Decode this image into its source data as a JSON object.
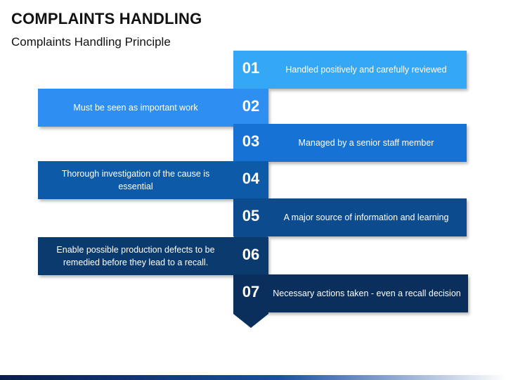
{
  "title": "COMPLAINTS HANDLING",
  "subtitle": "Complaints Handling Principle",
  "steps": [
    {
      "num": "01",
      "text": "Handled positively and carefully reviewed",
      "side": "right",
      "color": "#35a8f5"
    },
    {
      "num": "02",
      "text": "Must be seen as important work",
      "side": "left",
      "color": "#2f8ef2"
    },
    {
      "num": "03",
      "text": "Managed by a senior staff member",
      "side": "right",
      "color": "#1672d4"
    },
    {
      "num": "04",
      "text": "Thorough investigation of the cause is essential",
      "side": "left",
      "color": "#0d5ba8"
    },
    {
      "num": "05",
      "text": "A major source of information and learning",
      "side": "right",
      "color": "#0c4b8e"
    },
    {
      "num": "06",
      "text": "Enable possible production defects to be remedied before they lead to a recall.",
      "side": "left",
      "color": "#0b3a6e"
    },
    {
      "num": "07",
      "text": "Necessary actions taken - even a recall decision",
      "side": "right",
      "color": "#0a2f5c"
    }
  ]
}
